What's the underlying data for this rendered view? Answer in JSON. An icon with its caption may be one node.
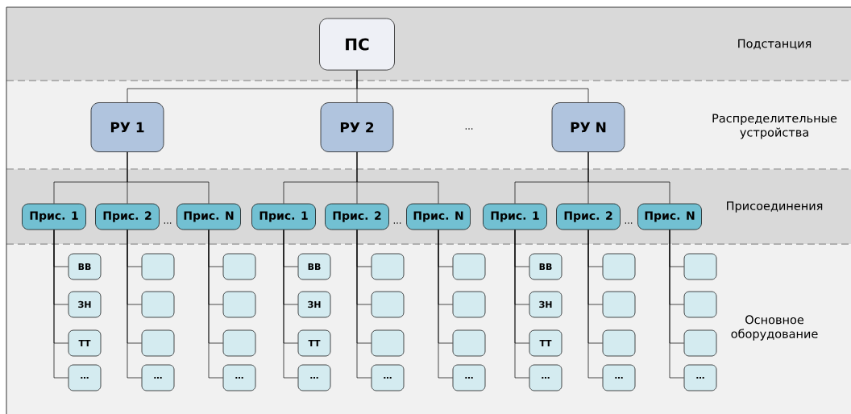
{
  "diagram": {
    "nodes": [
      {
        "text": [
          "Подстанция"
        ]
      },
      {
        "text": [
          "ПС"
        ],
        "in": 0
      },
      {
        "text": [
          "Распределительные устройства"
        ]
      },
      {
        "text": [
          "РУ 1"
        ],
        "in": 2
      },
      {
        "text": [
          "РУ 2"
        ],
        "in": 2
      },
      {
        "text": [
          "РУ N"
        ],
        "in": 2
      },
      {
        "text": [
          "Присоединения"
        ]
      },
      {
        "text": [
          "Прис. 1"
        ],
        "in": 6
      },
      {
        "text": [
          "Прис. 2"
        ],
        "in": 6
      },
      {
        "text": [
          "Прис. N"
        ],
        "in": 6
      },
      {
        "text": [
          "Прис. 1"
        ],
        "in": 6
      },
      {
        "text": [
          "Прис. 2"
        ],
        "in": 6
      },
      {
        "text": [
          "Прис. N"
        ],
        "in": 6
      },
      {
        "text": [
          "Прис. 1"
        ],
        "in": 6
      },
      {
        "text": [
          "Прис. 2"
        ],
        "in": 6
      },
      {
        "text": [
          "Прис. N"
        ],
        "in": 6
      },
      {
        "text": [
          "Основное оборудование"
        ]
      },
      {
        "text": [
          "ВВ"
        ],
        "in": 16
      },
      {
        "text": [
          "ЗН"
        ],
        "in": 16
      },
      {
        "text": [
          "ТТ"
        ],
        "in": 16
      },
      {
        "text": [
          "…"
        ],
        "in": 16
      },
      {
        "text": [],
        "shape": "box",
        "in": 16
      },
      {
        "text": [],
        "shape": "box",
        "in": 16
      },
      {
        "text": [],
        "shape": "box",
        "in": 16
      },
      {
        "text": [
          "…"
        ],
        "in": 16
      },
      {
        "text": [],
        "shape": "box",
        "in": 16
      },
      {
        "text": [],
        "shape": "box",
        "in": 16
      },
      {
        "text": [],
        "shape": "box",
        "in": 16
      },
      {
        "text": [
          "…"
        ],
        "in": 16
      },
      {
        "text": [
          "ВВ"
        ],
        "in": 16
      },
      {
        "text": [
          "ЗН"
        ],
        "in": 16
      },
      {
        "text": [
          "ТТ"
        ],
        "in": 16
      },
      {
        "text": [
          "…"
        ],
        "in": 16
      },
      {
        "text": [],
        "shape": "box",
        "in": 16
      },
      {
        "text": [],
        "shape": "box",
        "in": 16
      },
      {
        "text": [],
        "shape": "box",
        "in": 16
      },
      {
        "text": [
          "…"
        ],
        "in": 16
      },
      {
        "text": [],
        "shape": "box",
        "in": 16
      },
      {
        "text": [],
        "shape": "box",
        "in": 16
      },
      {
        "text": [],
        "shape": "box",
        "in": 16
      },
      {
        "text": [
          "…"
        ],
        "in": 16
      },
      {
        "text": [
          "ВВ"
        ],
        "in": 16
      },
      {
        "text": [
          "ЗН"
        ],
        "in": 16
      },
      {
        "text": [
          "ТТ"
        ],
        "in": 16
      },
      {
        "text": [
          "…"
        ],
        "in": 16
      },
      {
        "text": [],
        "shape": "box",
        "in": 16
      },
      {
        "text": [],
        "shape": "box",
        "in": 16
      },
      {
        "text": [],
        "shape": "box",
        "in": 16
      },
      {
        "text": [
          "…"
        ],
        "in": 16
      },
      {
        "text": [],
        "shape": "box",
        "in": 16
      },
      {
        "text": [],
        "shape": "box",
        "in": 16
      },
      {
        "text": [],
        "shape": "box",
        "in": 16
      },
      {
        "text": [
          "…"
        ],
        "in": 16
      }
    ],
    "edges": [
      {
        "from": 1,
        "to": 3,
        "arrow": "none"
      },
      {
        "from": 1,
        "to": 4,
        "arrow": "none"
      },
      {
        "from": 1,
        "to": 5,
        "arrow": "none"
      },
      {
        "from": 3,
        "to": 7,
        "arrow": "none"
      },
      {
        "from": 3,
        "to": 8,
        "arrow": "none"
      },
      {
        "from": 3,
        "to": 9,
        "arrow": "none"
      },
      {
        "from": 4,
        "to": 10,
        "arrow": "none"
      },
      {
        "from": 4,
        "to": 11,
        "arrow": "none"
      },
      {
        "from": 4,
        "to": 12,
        "arrow": "none"
      },
      {
        "from": 5,
        "to": 13,
        "arrow": "none"
      },
      {
        "from": 5,
        "to": 14,
        "arrow": "none"
      },
      {
        "from": 5,
        "to": 15,
        "arrow": "none"
      },
      {
        "from": 7,
        "to": 17,
        "arrow": "none"
      },
      {
        "from": 7,
        "to": 18,
        "arrow": "none"
      },
      {
        "from": 7,
        "to": 19,
        "arrow": "none"
      },
      {
        "from": 7,
        "to": 20,
        "arrow": "none"
      },
      {
        "from": 8,
        "to": 21,
        "arrow": "none"
      },
      {
        "from": 8,
        "to": 22,
        "arrow": "none"
      },
      {
        "from": 8,
        "to": 23,
        "arrow": "none"
      },
      {
        "from": 8,
        "to": 24,
        "arrow": "none"
      },
      {
        "from": 9,
        "to": 25,
        "arrow": "none"
      },
      {
        "from": 9,
        "to": 26,
        "arrow": "none"
      },
      {
        "from": 9,
        "to": 27,
        "arrow": "none"
      },
      {
        "from": 9,
        "to": 28,
        "arrow": "none"
      },
      {
        "from": 10,
        "to": 29,
        "arrow": "none"
      },
      {
        "from": 10,
        "to": 30,
        "arrow": "none"
      },
      {
        "from": 10,
        "to": 31,
        "arrow": "none"
      },
      {
        "from": 10,
        "to": 32,
        "arrow": "none"
      },
      {
        "from": 11,
        "to": 33,
        "arrow": "none"
      },
      {
        "from": 11,
        "to": 34,
        "arrow": "none"
      },
      {
        "from": 11,
        "to": 35,
        "arrow": "none"
      },
      {
        "from": 11,
        "to": 36,
        "arrow": "none"
      },
      {
        "from": 12,
        "to": 37,
        "arrow": "none"
      },
      {
        "from": 12,
        "to": 38,
        "arrow": "none"
      },
      {
        "from": 12,
        "to": 39,
        "arrow": "none"
      },
      {
        "from": 12,
        "to": 40,
        "arrow": "none"
      },
      {
        "from": 13,
        "to": 41,
        "arrow": "none"
      },
      {
        "from": 13,
        "to": 42,
        "arrow": "none"
      },
      {
        "from": 13,
        "to": 43,
        "arrow": "none"
      },
      {
        "from": 13,
        "to": 44,
        "arrow": "none"
      },
      {
        "from": 14,
        "to": 45,
        "arrow": "none"
      },
      {
        "from": 14,
        "to": 46,
        "arrow": "none"
      },
      {
        "from": 14,
        "to": 47,
        "arrow": "none"
      },
      {
        "from": 14,
        "to": 48,
        "arrow": "none"
      },
      {
        "from": 15,
        "to": 49,
        "arrow": "none"
      },
      {
        "from": 15,
        "to": 50,
        "arrow": "none"
      },
      {
        "from": 15,
        "to": 51,
        "arrow": "none"
      },
      {
        "from": 15,
        "to": 52,
        "arrow": "none"
      }
    ],
    "labels": [
      "…",
      "…",
      "…",
      "…"
    ]
  }
}
